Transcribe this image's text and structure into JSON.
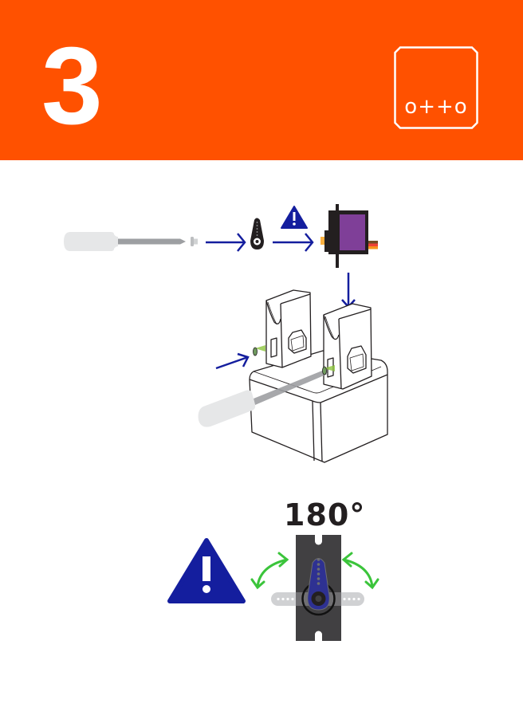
{
  "header": {
    "step_number": "3",
    "background_color": "#FF5100",
    "logo": {
      "text": "o++o",
      "icon": "otto-logo-icon"
    }
  },
  "assembly_step": {
    "row1": [
      "screwdriver-icon",
      "screw-icon",
      "arrow-right-icon",
      "servo-horn-icon",
      "warning-icon",
      "arrow-right-icon",
      "servo-motor-icon"
    ],
    "row2": [
      "arrow-down-icon",
      "servo-bracket-icon",
      "screw-icon",
      "arrow-right-icon",
      "screwdriver-icon",
      "robot-body-icon"
    ]
  },
  "warning_panel": {
    "angle_label": "180°",
    "icons": [
      "warning-icon",
      "rotate-arrow-left-icon",
      "servo-top-view-icon",
      "rotate-arrow-right-icon"
    ]
  },
  "colors": {
    "accent": "#FF5100",
    "arrow_blue": "#141E9E",
    "rotation_green": "#3BC43B",
    "servo_purple": "#7F3F98",
    "servo_dark": "#231F20"
  }
}
